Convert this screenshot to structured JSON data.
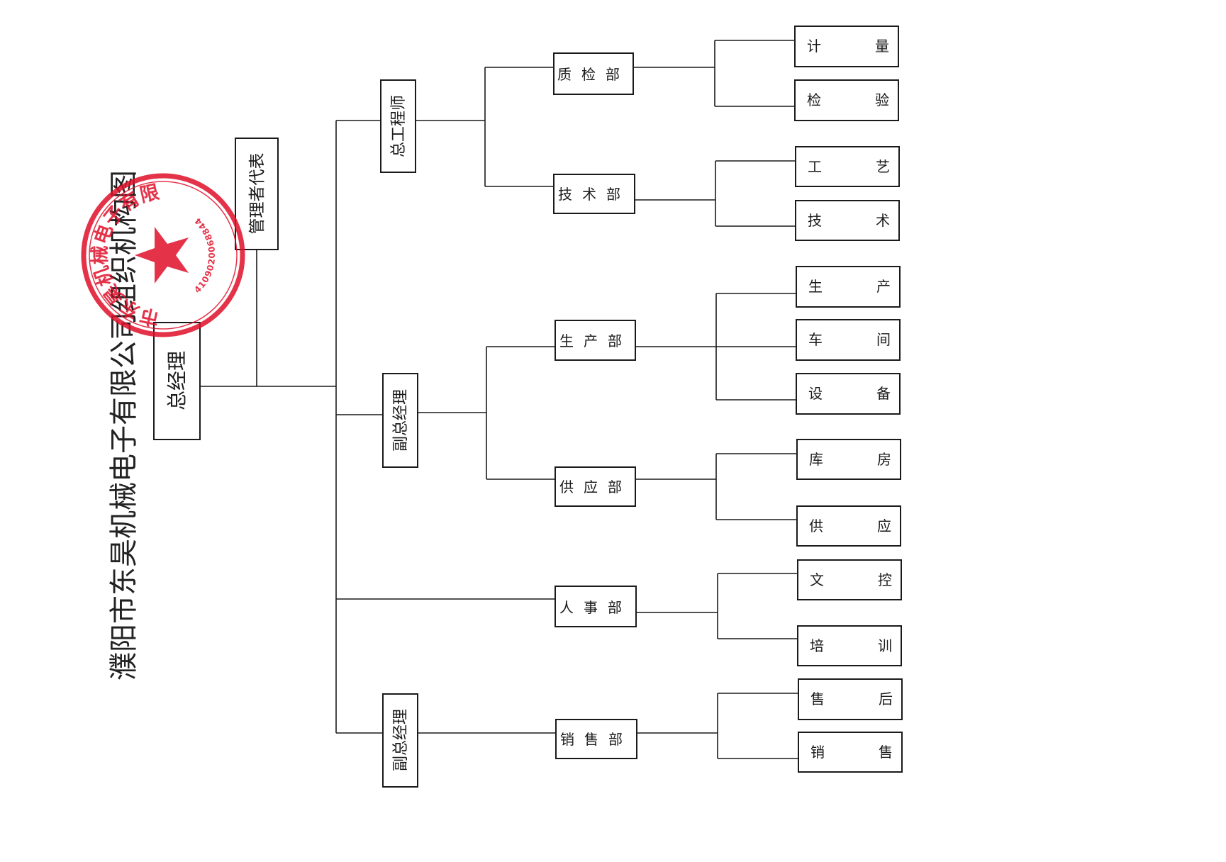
{
  "title": "濮阳市东昊机械电子有限公司组织机构图",
  "stamp": {
    "text": "濮阳市东昊机械电子有限公司",
    "number": "4109020068844",
    "color": "#e0102a"
  },
  "nodes": {
    "gm": "总经理",
    "rep": "管理者代表",
    "chief_engineer": "总工程师",
    "deputy_gm_1": "副总经理",
    "deputy_gm_2": "副总经理",
    "qc_dept": "质检部",
    "tech_dept": "技术部",
    "prod_dept": "生产部",
    "supply_dept": "供应部",
    "hr_dept": "人事部",
    "sales_dept": "销售部",
    "jiliang": [
      "计",
      "量"
    ],
    "jianyan": [
      "检",
      "验"
    ],
    "gongyi": [
      "工",
      "艺"
    ],
    "jishu": [
      "技",
      "术"
    ],
    "shengchan": [
      "生",
      "产"
    ],
    "chejian": [
      "车",
      "间"
    ],
    "shebei": [
      "设",
      "备"
    ],
    "kufang": [
      "库",
      "房"
    ],
    "gongying": [
      "供",
      "应"
    ],
    "wenkong": [
      "文",
      "控"
    ],
    "peixun": [
      "培",
      "训"
    ],
    "shouhou": [
      "售",
      "后"
    ],
    "xiaoshou": [
      "销",
      "售"
    ]
  }
}
